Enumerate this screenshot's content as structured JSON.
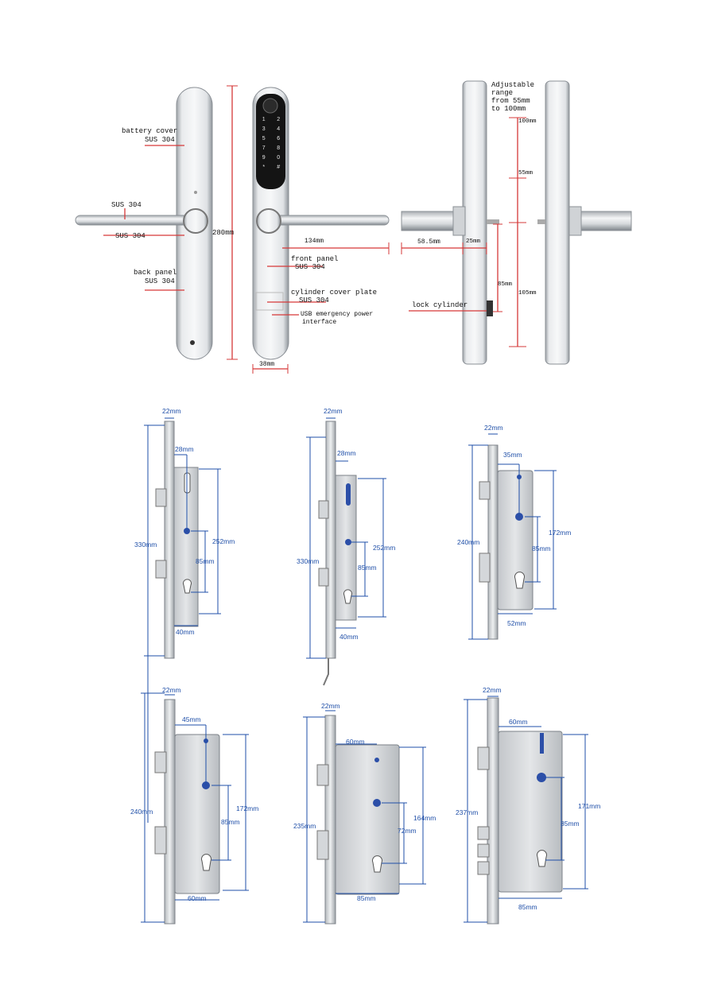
{
  "top": {
    "callouts": {
      "battery_cover": "battery cover",
      "battery_cover_mat": "SUS 304",
      "handle_mat_top": "SUS 304",
      "handle_mat_bottom": "SUS 304",
      "back_panel": "back panel",
      "back_panel_mat": "SUS 304",
      "front_panel": "front panel",
      "front_panel_mat": "SUS 304",
      "cylinder_cover_plate": "cylinder cover plate",
      "cylinder_cover_mat": "SUS 304",
      "usb_line1": "USB emergency power",
      "usb_line2": "interface",
      "lock_cylinder": "lock cylinder",
      "adjustable_line1": "Adjustable",
      "adjustable_line2": "range",
      "adjustable_line3": "from 55mm",
      "adjustable_line4": "to 100mm"
    },
    "dims": {
      "height": "280mm",
      "lever_length": "134mm",
      "width": "38mm",
      "d100": "100mm",
      "d55": "55mm",
      "d58": "58.5mm",
      "d25": "25mm",
      "d85": "85mm",
      "d105": "105mm"
    },
    "keypad": [
      "1",
      "2",
      "3",
      "4",
      "5",
      "6",
      "7",
      "8",
      "9",
      "0",
      "*",
      "#"
    ]
  },
  "mortise": [
    {
      "face": "22mm",
      "backset": "28mm",
      "height": "330mm",
      "span": "252mm",
      "center": "85mm",
      "bottom": "40mm"
    },
    {
      "face": "22mm",
      "backset": "28mm",
      "height": "330mm",
      "span": "252mm",
      "center": "85mm",
      "bottom": "40mm"
    },
    {
      "face": "22mm",
      "backset": "35mm",
      "height": "240mm",
      "span": "172mm",
      "center": "85mm",
      "bottom": "52mm"
    },
    {
      "face": "22mm",
      "backset": "45mm",
      "height": "240mm",
      "span": "172mm",
      "center": "85mm",
      "bottom": "60mm"
    },
    {
      "face": "22mm",
      "backset": "60mm",
      "height": "235mm",
      "span": "164mm",
      "center": "72mm",
      "bottom": "85mm"
    },
    {
      "face": "22mm",
      "backset": "60mm",
      "height": "237mm",
      "span": "171mm",
      "center": "85mm",
      "bottom": "85mm"
    }
  ],
  "colors": {
    "accent_red": "#d63838",
    "dim_blue": "#1f4fa8",
    "steel": "#c9ccd0"
  }
}
